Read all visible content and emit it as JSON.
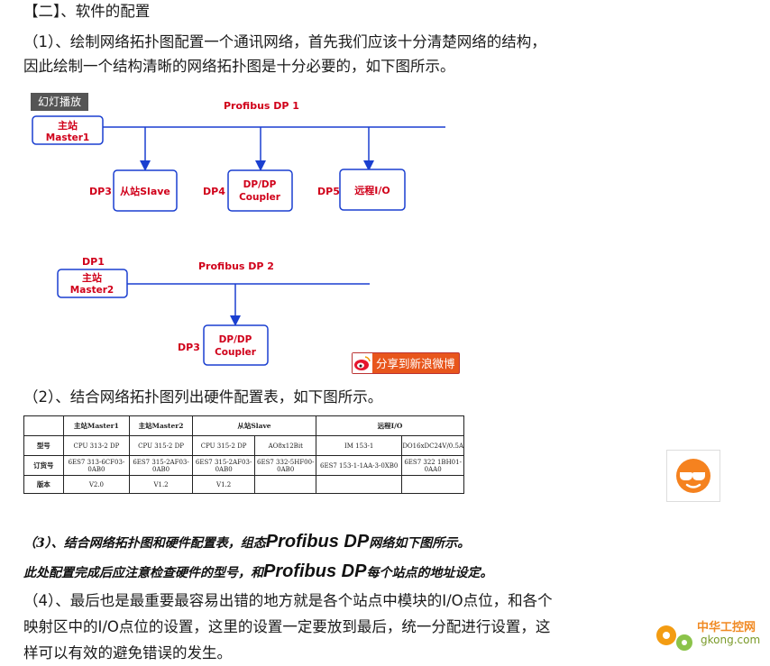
{
  "heading": "【二】、软件的配置",
  "para1": {
    "line1": "（1）、绘制网络拓扑图配置一个通讯网络，首先我们应该十分清楚网络的结构，",
    "line2": "因此绘制一个结构清晰的网络拓扑图是十分必要的，如下图所示。"
  },
  "slideshow_label": "幻灯播放",
  "diagram": {
    "bus1_label": "Profibus DP 1",
    "master1_line1": "主站",
    "master1_line2": "Master1",
    "dp3_label": "DP3",
    "slave_label": "从站Slave",
    "dp4_label": "DP4",
    "coupler1_line1": "DP/DP",
    "coupler1_line2": "Coupler",
    "dp5_label": "DP5",
    "remote_io_label": "远程I/O",
    "bus2_label": "Profibus DP 2",
    "dp1_label": "DP1",
    "master2_line1": "主站",
    "master2_line2": "Master2",
    "dp3b_label": "DP3",
    "coupler2_line1": "DP/DP",
    "coupler2_line2": "Coupler",
    "line_color": "#1a3fd0",
    "label_color": "#d0001a"
  },
  "share_button_label": "分享到新浪微博",
  "para2": "（2）、结合网络拓扑图列出硬件配置表，如下图所示。",
  "table": {
    "headers": [
      "",
      "主站Master1",
      "主站Master2",
      "从站Slave",
      "远程I/O"
    ],
    "rows": [
      [
        "型号",
        "CPU 313-2 DP",
        "CPU 315-2 DP",
        "CPU 315-2 DP",
        "AO8x12Bit",
        "IM 153-1",
        "DO16xDC24V/0.5A"
      ],
      [
        "订货号",
        "6ES7 313-6CF03-0AB0",
        "6ES7 315-2AF03-0AB0",
        "6ES7 315-2AF03-0AB0",
        "6ES7 332-5HF00-0AB0",
        "6ES7 153-1-1AA-3-0XB0",
        "6ES7 322 1BH01-0AA0"
      ],
      [
        "版本",
        "V2.0",
        "V1.2",
        "V1.2",
        "",
        "",
        ""
      ]
    ]
  },
  "para3": {
    "prefix": "（3）、结合网络拓扑图和硬件配置表，组态",
    "big": "Profibus DP",
    "suffix": "网络如下图所示。"
  },
  "para3b": {
    "prefix": "此处配置完成后应注意检查硬件的型号，和",
    "big": "Profibus DP",
    "suffix": "每个站点的地址设定。"
  },
  "para4": {
    "line1": "（4）、最后也是最重要最容易出错的地方就是各个站点中模块的I/O点位，和各个",
    "line2": "映射区中的I/O点位的设置，这里的设置一定要放到最后，统一分配进行设置，这",
    "line3": "样可以有效的避免错误的发生。"
  },
  "watermark": {
    "name": "中华工控网",
    "url": "gkong.com"
  }
}
